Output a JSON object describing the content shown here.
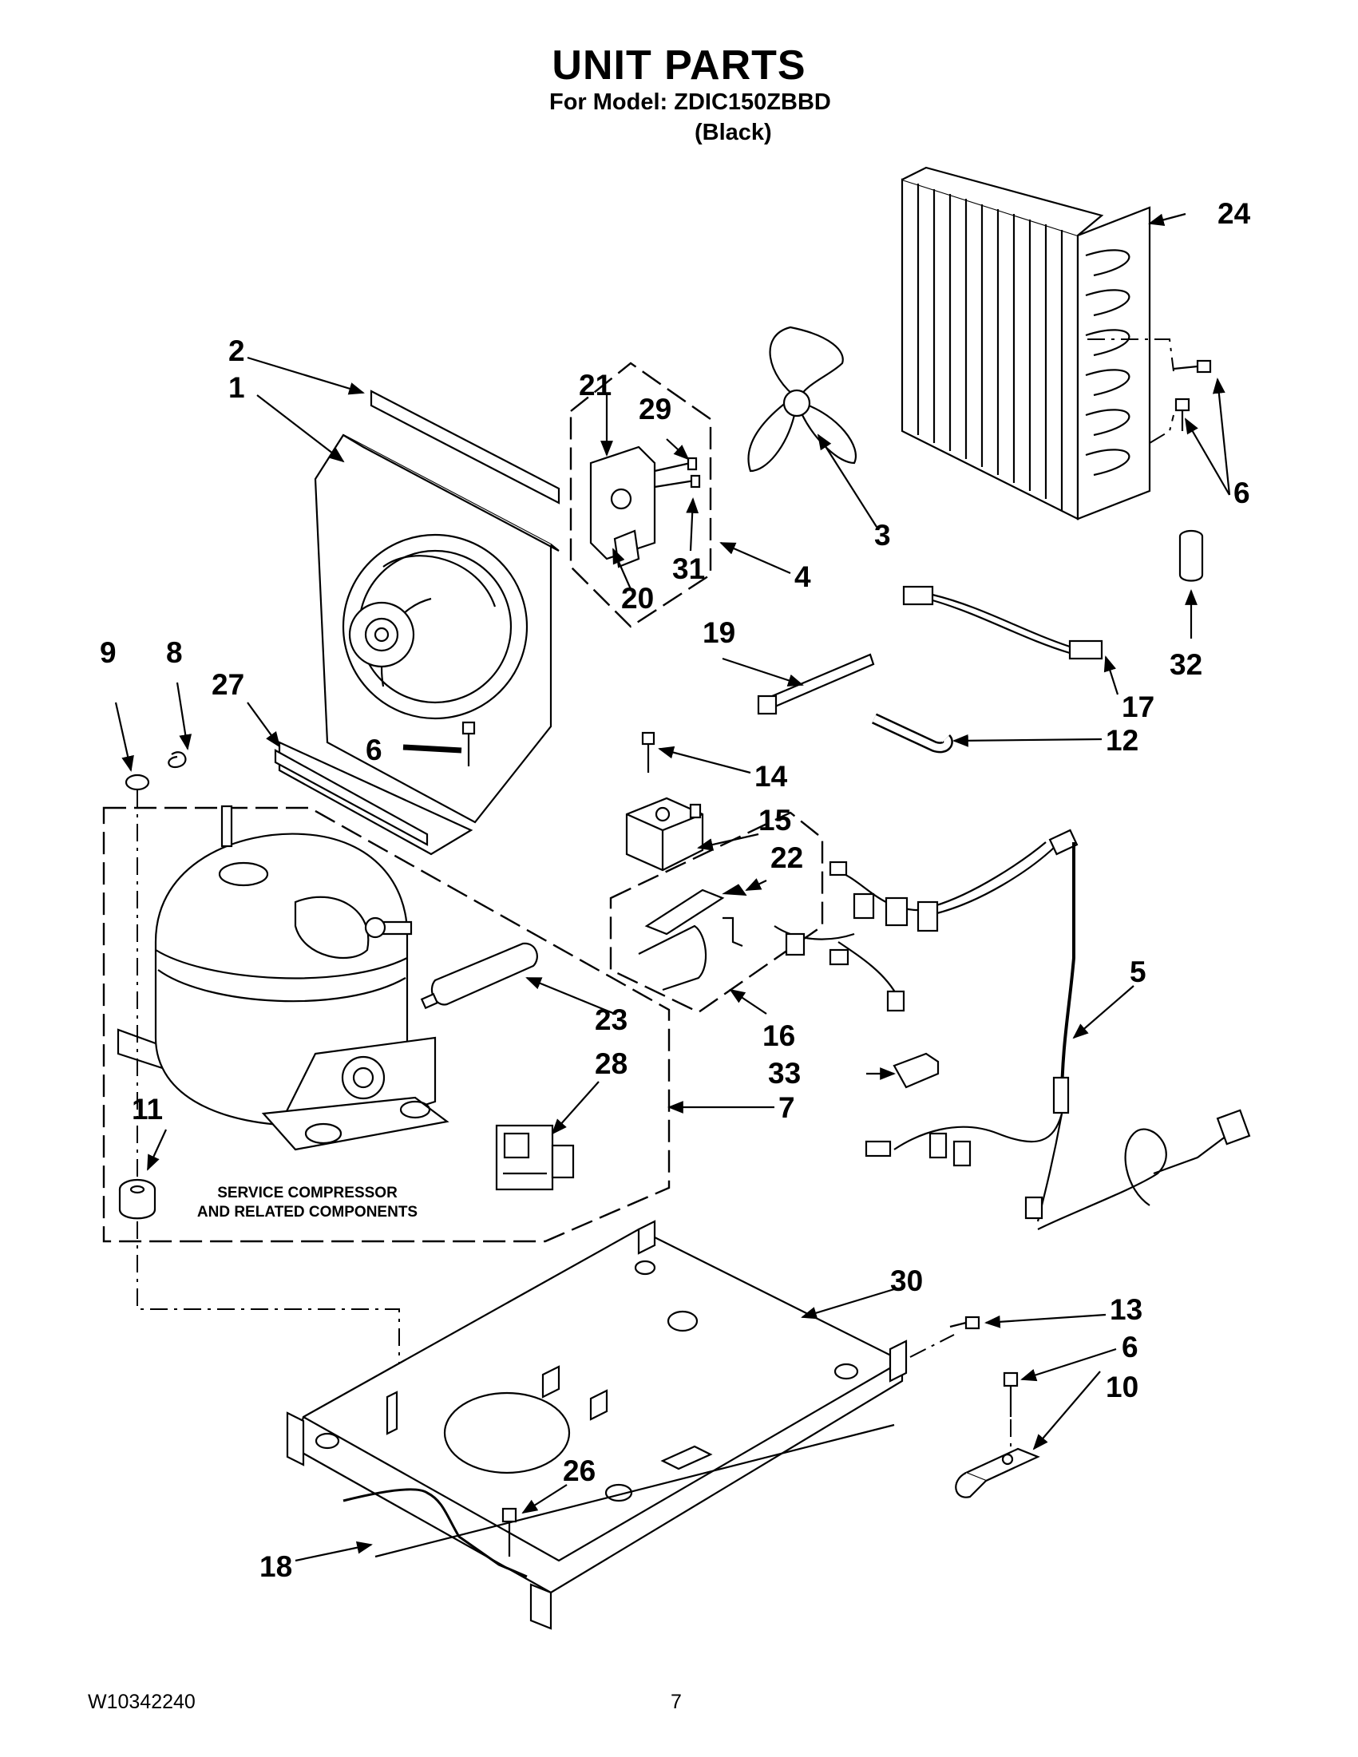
{
  "header": {
    "title": "UNIT PARTS",
    "subtitle": "For Model: ZDIC150ZBBD",
    "variant": "(Black)"
  },
  "footer": {
    "doc_number": "W10342240",
    "page_number": "7"
  },
  "diagram": {
    "note_line1": "SERVICE COMPRESSOR",
    "note_line2": "AND RELATED COMPONENTS",
    "callouts": [
      "1",
      "2",
      "3",
      "4",
      "5",
      "6",
      "7",
      "8",
      "9",
      "10",
      "11",
      "12",
      "13",
      "14",
      "15",
      "16",
      "17",
      "18",
      "19",
      "20",
      "21",
      "22",
      "23",
      "24",
      "26",
      "27",
      "28",
      "29",
      "30",
      "31",
      "32",
      "33"
    ]
  }
}
